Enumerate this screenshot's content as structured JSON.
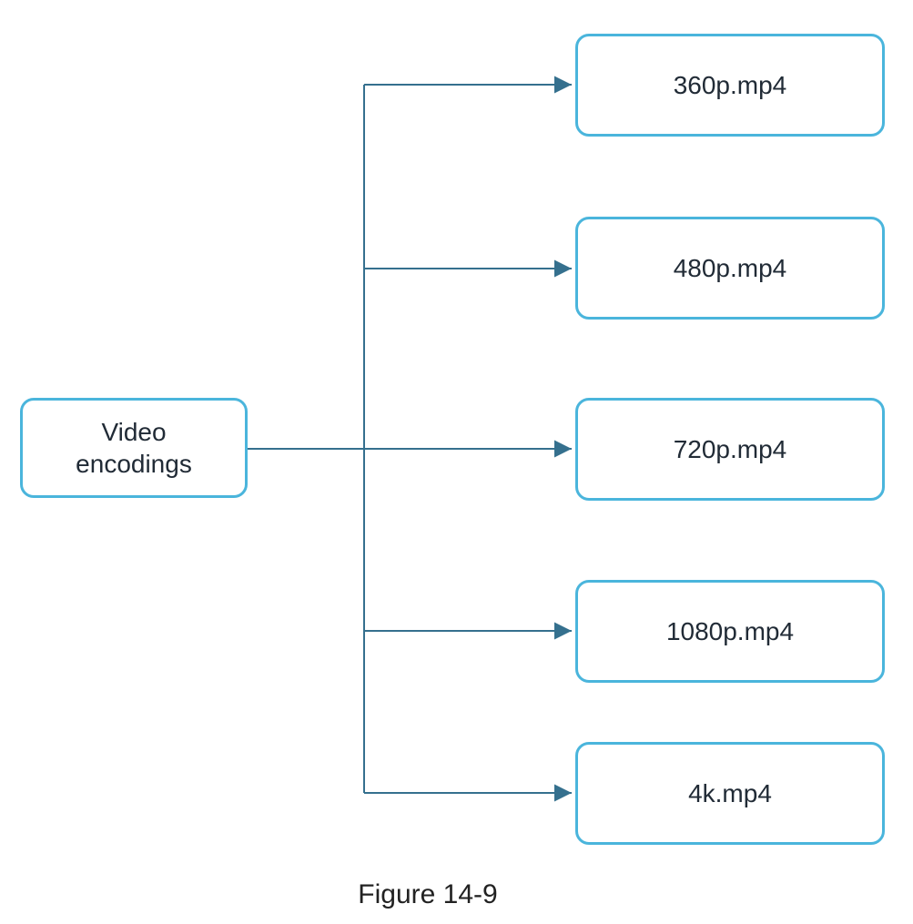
{
  "diagram": {
    "source": {
      "label": "Video encodings"
    },
    "targets": [
      {
        "label": "360p.mp4"
      },
      {
        "label": "480p.mp4"
      },
      {
        "label": "720p.mp4"
      },
      {
        "label": "1080p.mp4"
      },
      {
        "label": "4k.mp4"
      }
    ],
    "caption": "Figure 14-9"
  },
  "colors": {
    "box_border": "#4ab5dc",
    "connector_line": "#35708e",
    "arrowhead": "#35708e",
    "text": "#212b36",
    "background": "#ffffff"
  }
}
